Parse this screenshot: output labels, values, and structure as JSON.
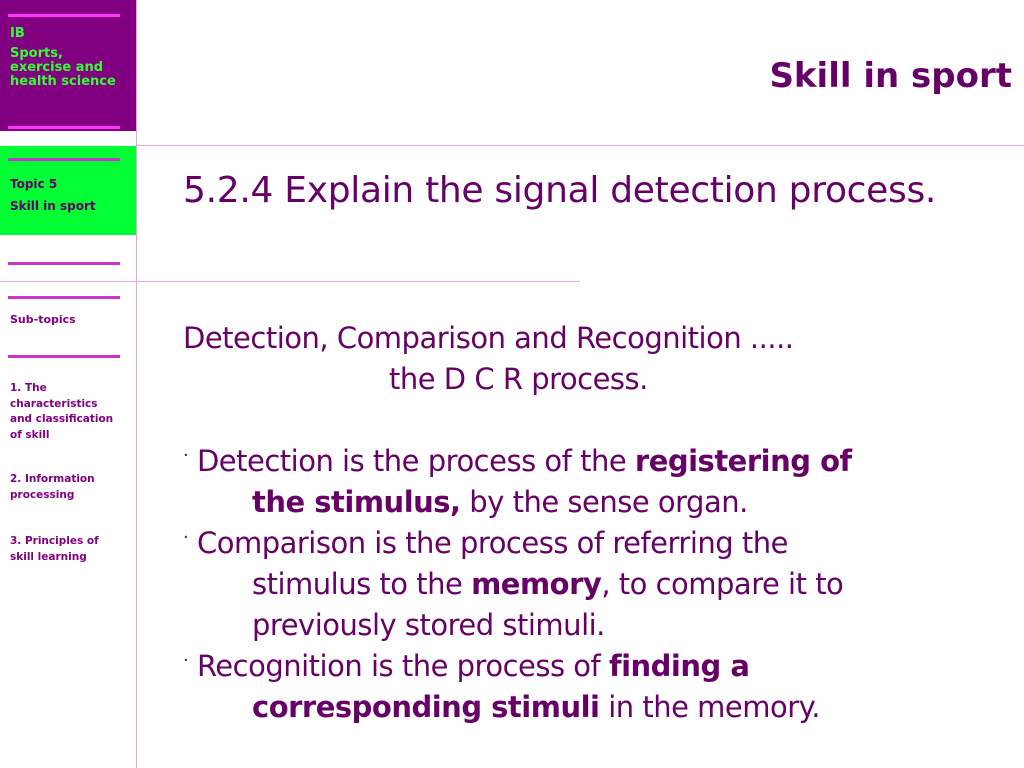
{
  "sidebar": {
    "ib": "IB",
    "course_line1": "Sports,",
    "course_line2": "exercise and",
    "course_line3": "health science",
    "topic_line1": "Topic 5",
    "topic_line2": "Skill in sport",
    "subtopics_label": "Sub-topics",
    "subtopics": [
      {
        "line1": "1. The",
        "line2": "characteristics",
        "line3": "and classification",
        "line4": "of skill"
      },
      {
        "line1": "2. Information",
        "line2": "processing"
      },
      {
        "line1": "3. Principles of",
        "line2": "skill learning"
      }
    ]
  },
  "header": {
    "title": "Skill in sport"
  },
  "main": {
    "objective": "5.2.4 Explain the signal detection process.",
    "intro_line1": "Detection, Comparison and Recognition .....",
    "intro_line2": "the D C R process.",
    "bullet_char": "·",
    "b1_a": "Detection is the process of the ",
    "b1_bold1": "registering of",
    "b1_bold2": "the stimulus,",
    "b1_c": " by the sense organ.",
    "b2_a": "Comparison is the process of referring the",
    "b2_b": "stimulus to the ",
    "b2_bold": "memory",
    "b2_c": ", to compare it to",
    "b2_d": "previously stored stimuli.",
    "b3_a": "Recognition is the process of ",
    "b3_bold1": "finding a",
    "b3_bold2": "corresponding stimuli",
    "b3_c": " in the memory."
  }
}
